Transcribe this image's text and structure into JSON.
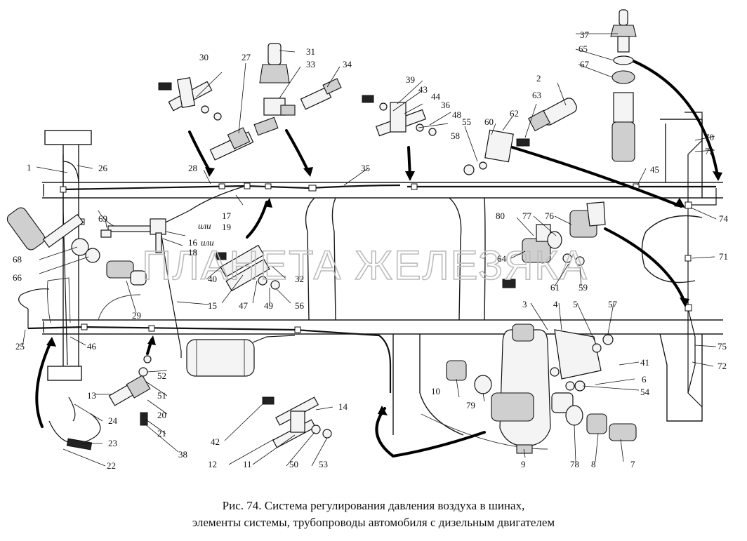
{
  "watermark": "ПЛАНЕТА ЖЕЛЕЗЯКА",
  "caption": {
    "line1": "Рис. 74. Система регулирования давления воздуха в шинах,",
    "line2": "элементы системы, трубопроводы автомобиля с дизельным двигателем"
  },
  "or_labels": {
    "a": "или",
    "b": "или"
  },
  "labels": {
    "n1": "1",
    "n2": "2",
    "n3": "3",
    "n4": "4",
    "n5": "5",
    "n6": "6",
    "n7": "7",
    "n8": "8",
    "n9": "9",
    "n10": "10",
    "n11": "11",
    "n12": "12",
    "n13": "13",
    "n14": "14",
    "n15": "15",
    "n16": "16",
    "n17": "17",
    "n18": "18",
    "n19": "19",
    "n20": "20",
    "n21": "21",
    "n22": "22",
    "n23": "23",
    "n24": "24",
    "n25": "25",
    "n26": "26",
    "n27": "27",
    "n28": "28",
    "n29": "29",
    "n30": "30",
    "n31": "31",
    "n32": "32",
    "n33": "33",
    "n34": "34",
    "n35": "35",
    "n36": "36",
    "n37": "37",
    "n38": "38",
    "n39": "39",
    "n40": "40",
    "n41": "41",
    "n42": "42",
    "n43": "43",
    "n44": "44",
    "n45": "45",
    "n46": "46",
    "n47": "47",
    "n48": "48",
    "n49": "49",
    "n50": "50",
    "n51": "51",
    "n52": "52",
    "n53": "53",
    "n54": "54",
    "n55": "55",
    "n56": "56",
    "n57": "57",
    "n58": "58",
    "n59": "59",
    "n60": "60",
    "n61": "61",
    "n62": "62",
    "n63": "63",
    "n64": "64",
    "n65": "65",
    "n66": "66",
    "n67": "67",
    "n68": "68",
    "n69": "69",
    "n70": "70",
    "n71": "71",
    "n72": "72",
    "n73": "73",
    "n74": "74",
    "n75": "75",
    "n76": "76",
    "n77": "77",
    "n78": "78",
    "n79": "79",
    "n80": "80"
  }
}
